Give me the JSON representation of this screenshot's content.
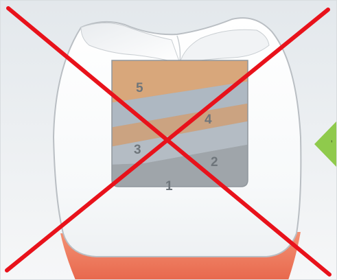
{
  "diagram": {
    "layer_labels": [
      "5",
      "4",
      "3",
      "2",
      "1"
    ],
    "colors": {
      "background_top": "#e6eaed",
      "background_bottom": "#f7f8f9",
      "tooth_fill": "#ffffff",
      "tooth_outline": "#b9bec3",
      "cavity_gray": "#a3a9ae",
      "layer_orange": "#d8a77b",
      "layer_blue": "#a9b4bf",
      "gum": "#ef7f62",
      "cross": "#e8121b",
      "arrow": "#8fca4c",
      "label": "#6e757b"
    }
  },
  "overlay": {
    "type": "cross",
    "meaning_icon": "red-x-cross-icon",
    "next_arrow_icon": "green-arrow-icon"
  }
}
